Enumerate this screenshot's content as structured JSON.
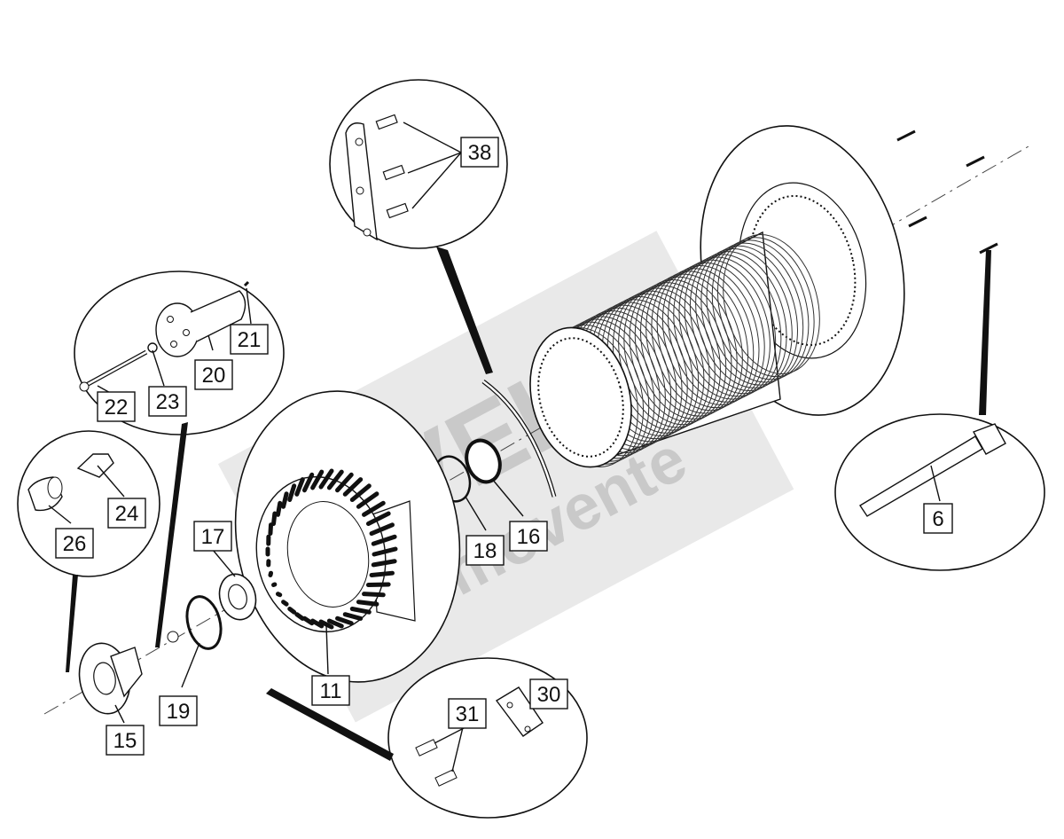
{
  "diagram": {
    "type": "exploded-parts-view",
    "watermark": {
      "line1": "VEI",
      "line2": "movente"
    },
    "callouts": [
      {
        "id": "38",
        "label": "38"
      },
      {
        "id": "21",
        "label": "21"
      },
      {
        "id": "20",
        "label": "20"
      },
      {
        "id": "22",
        "label": "22"
      },
      {
        "id": "23",
        "label": "23"
      },
      {
        "id": "24",
        "label": "24"
      },
      {
        "id": "26",
        "label": "26"
      },
      {
        "id": "17",
        "label": "17"
      },
      {
        "id": "18",
        "label": "18"
      },
      {
        "id": "16",
        "label": "16"
      },
      {
        "id": "11",
        "label": "11"
      },
      {
        "id": "19",
        "label": "19"
      },
      {
        "id": "15",
        "label": "15"
      },
      {
        "id": "31",
        "label": "31"
      },
      {
        "id": "30",
        "label": "30"
      },
      {
        "id": "6",
        "label": "6"
      }
    ]
  },
  "colors": {
    "line": "#111111",
    "watermark": "#cfcfcf",
    "background": "#ffffff"
  }
}
